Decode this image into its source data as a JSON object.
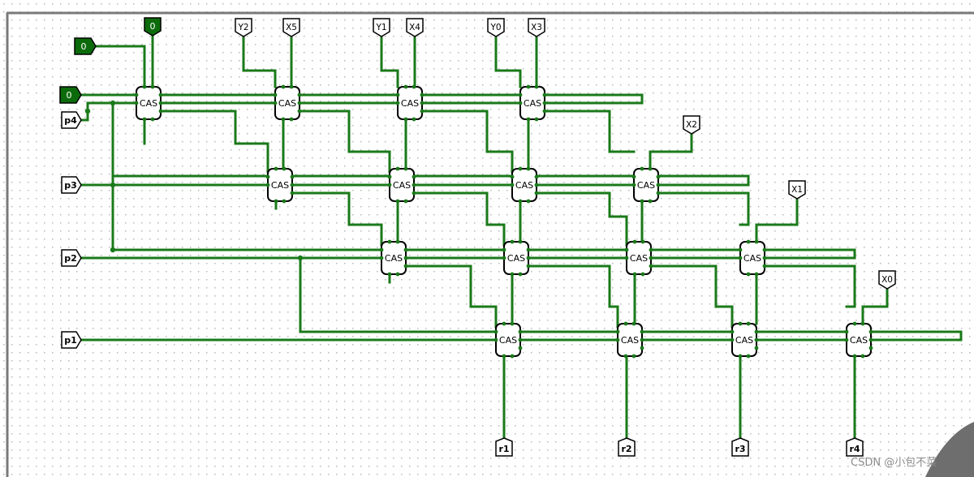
{
  "component_label": "CAS",
  "constants": [
    {
      "id": "const-top",
      "value": "0"
    },
    {
      "id": "const-left-1",
      "value": "0"
    },
    {
      "id": "const-left-2",
      "value": "0"
    }
  ],
  "top_inputs": [
    {
      "id": "Y2",
      "label": "Y2"
    },
    {
      "id": "X5",
      "label": "X5"
    },
    {
      "id": "Y1",
      "label": "Y1"
    },
    {
      "id": "X4",
      "label": "X4"
    },
    {
      "id": "Y0",
      "label": "Y0"
    },
    {
      "id": "X3",
      "label": "X3"
    }
  ],
  "side_inputs": [
    {
      "id": "X2",
      "label": "X2"
    },
    {
      "id": "X1",
      "label": "X1"
    },
    {
      "id": "X0",
      "label": "X0"
    }
  ],
  "left_inputs": [
    {
      "id": "p4",
      "label": "p4"
    },
    {
      "id": "p3",
      "label": "p3"
    },
    {
      "id": "p2",
      "label": "p2"
    },
    {
      "id": "p1",
      "label": "p1"
    }
  ],
  "outputs": [
    {
      "id": "r1",
      "label": "r1"
    },
    {
      "id": "r2",
      "label": "r2"
    },
    {
      "id": "r3",
      "label": "r3"
    },
    {
      "id": "r4",
      "label": "r4"
    }
  ],
  "watermark": "CSDN @小包不菜",
  "colors": {
    "wire": "#1a7a1a",
    "constant_fill": "#0b6b0b",
    "grid_dot": "#b8b8b8"
  }
}
